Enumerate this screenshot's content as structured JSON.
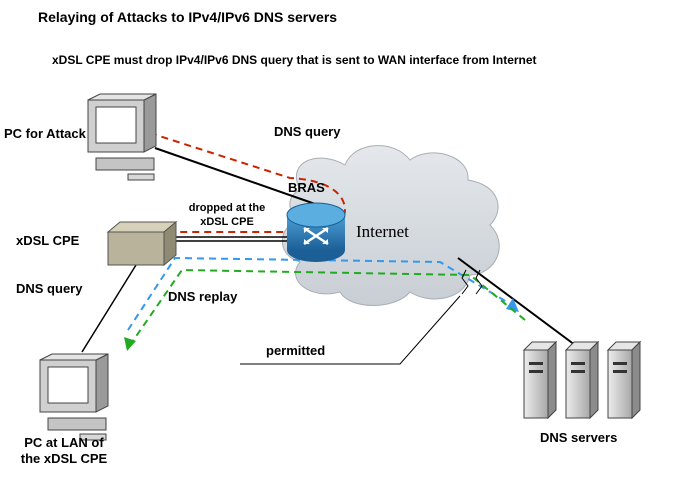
{
  "title": "Relaying of Attacks to IPv4/IPv6 DNS servers",
  "subtitle": "xDSL CPE must drop IPv4/IPv6 DNS query that is sent to WAN interface from Internet",
  "labels": {
    "pc_attack": "PC for Attack",
    "dns_query_top": "DNS query",
    "bras": "BRAS",
    "dropped_line1": "dropped at the",
    "dropped_line2": "xDSL CPE",
    "internet": "Internet",
    "xdsl_cpe": "xDSL CPE",
    "dns_query_left": "DNS query",
    "dns_replay": "DNS replay",
    "permitted": "permitted",
    "pc_lan_line1": "PC at LAN of",
    "pc_lan_line2": "the xDSL CPE",
    "dns_servers": "DNS servers"
  },
  "colors": {
    "attack_path": "#cc2200",
    "query_path": "#3399ee",
    "replay_path": "#22aa22",
    "cloud": "#d8dce0",
    "router": "#2277bb",
    "cpe": "#b8b39a"
  },
  "icons": {
    "router": "router-icon",
    "cloud": "cloud-icon",
    "computer": "computer-icon",
    "modem": "modem-icon",
    "server": "server-icon"
  }
}
